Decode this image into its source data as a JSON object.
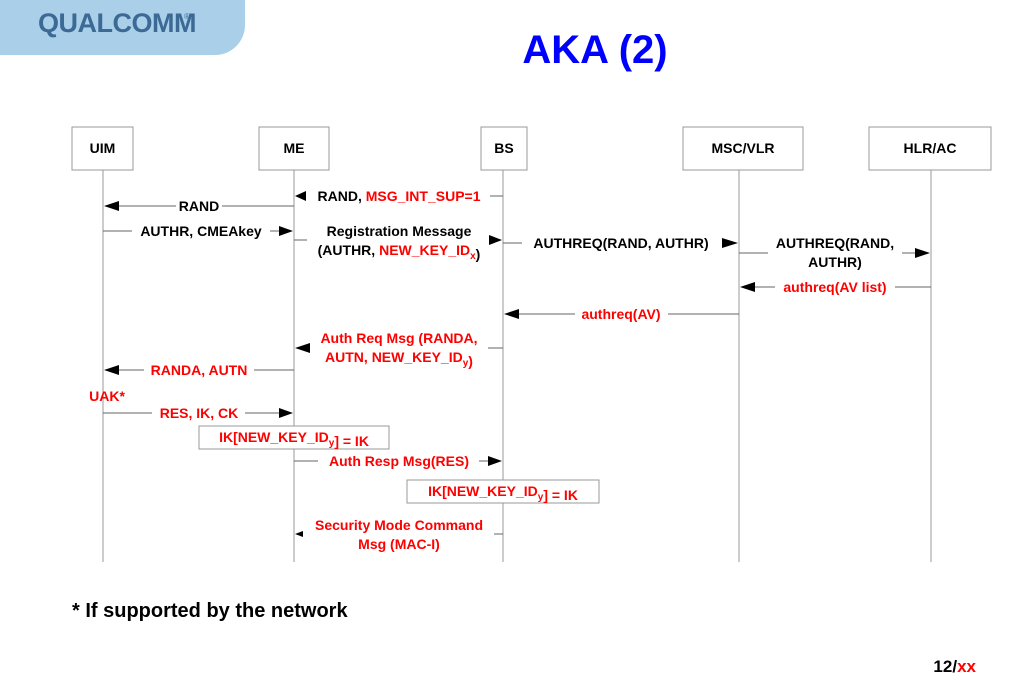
{
  "logo": {
    "text": "QUALCOMM",
    "registered": "®"
  },
  "title": "AKA (2)",
  "entities": [
    "UIM",
    "ME",
    "BS",
    "MSC/VLR",
    "HLR/AC"
  ],
  "messages": [
    {
      "id": "m1a",
      "lines": [
        [
          {
            "t": "RAND, ",
            "c": "black"
          },
          {
            "t": "MSG_INT_SUP=1",
            "c": "red"
          }
        ]
      ]
    },
    {
      "id": "m1b",
      "lines": [
        [
          {
            "t": "RAND",
            "c": "black"
          }
        ]
      ]
    },
    {
      "id": "m2",
      "lines": [
        [
          {
            "t": "AUTHR, CMEAkey",
            "c": "black"
          }
        ]
      ]
    },
    {
      "id": "m3",
      "lines": [
        [
          {
            "t": "Registration Message",
            "c": "black"
          }
        ],
        [
          {
            "t": "(AUTHR, ",
            "c": "black"
          },
          {
            "t": "NEW_KEY_ID",
            "c": "red"
          },
          {
            "t": "x",
            "c": "red",
            "sub": true
          },
          {
            "t": ")",
            "c": "black"
          }
        ]
      ]
    },
    {
      "id": "m4",
      "lines": [
        [
          {
            "t": "AUTHREQ(RAND, AUTHR)",
            "c": "black"
          }
        ]
      ]
    },
    {
      "id": "m5",
      "lines": [
        [
          {
            "t": "AUTHREQ(RAND,",
            "c": "black"
          }
        ],
        [
          {
            "t": "AUTHR)",
            "c": "black"
          }
        ]
      ]
    },
    {
      "id": "m6",
      "lines": [
        [
          {
            "t": "authreq(AV list)",
            "c": "red"
          }
        ]
      ]
    },
    {
      "id": "m7",
      "lines": [
        [
          {
            "t": "authreq(AV)",
            "c": "red"
          }
        ]
      ]
    },
    {
      "id": "m8",
      "lines": [
        [
          {
            "t": "Auth Req Msg (RANDA,",
            "c": "red"
          }
        ],
        [
          {
            "t": "AUTN, NEW_KEY_ID",
            "c": "red"
          },
          {
            "t": "y",
            "c": "red",
            "sub": true
          },
          {
            "t": ")",
            "c": "red"
          }
        ]
      ]
    },
    {
      "id": "m9",
      "lines": [
        [
          {
            "t": "RANDA, AUTN",
            "c": "red"
          }
        ]
      ]
    },
    {
      "id": "n1",
      "lines": [
        [
          {
            "t": "UAK*",
            "c": "red"
          }
        ]
      ]
    },
    {
      "id": "m10",
      "lines": [
        [
          {
            "t": "RES, IK, CK",
            "c": "red"
          }
        ]
      ]
    },
    {
      "id": "b1",
      "lines": [
        [
          {
            "t": "IK[NEW_KEY_ID",
            "c": "red"
          },
          {
            "t": "y",
            "c": "red",
            "sub": true
          },
          {
            "t": "] = IK",
            "c": "red"
          }
        ]
      ]
    },
    {
      "id": "m11",
      "lines": [
        [
          {
            "t": "Auth Resp Msg(RES)",
            "c": "red"
          }
        ]
      ]
    },
    {
      "id": "b2",
      "lines": [
        [
          {
            "t": "IK[NEW_KEY_ID",
            "c": "red"
          },
          {
            "t": "y",
            "c": "red",
            "sub": true
          },
          {
            "t": "] = IK",
            "c": "red"
          }
        ]
      ]
    },
    {
      "id": "m12",
      "lines": [
        [
          {
            "t": "Security Mode Command",
            "c": "red"
          }
        ],
        [
          {
            "t": "Msg (MAC-I)",
            "c": "red"
          }
        ]
      ]
    }
  ],
  "footnote": "* If supported by the network",
  "page": {
    "current": "12",
    "separator": "/",
    "total": "xx"
  },
  "colors": {
    "title": "#0000ff",
    "highlight": "#ff0000",
    "logo_band": "#a9cfe9",
    "logo_text": "#3c6a95"
  }
}
